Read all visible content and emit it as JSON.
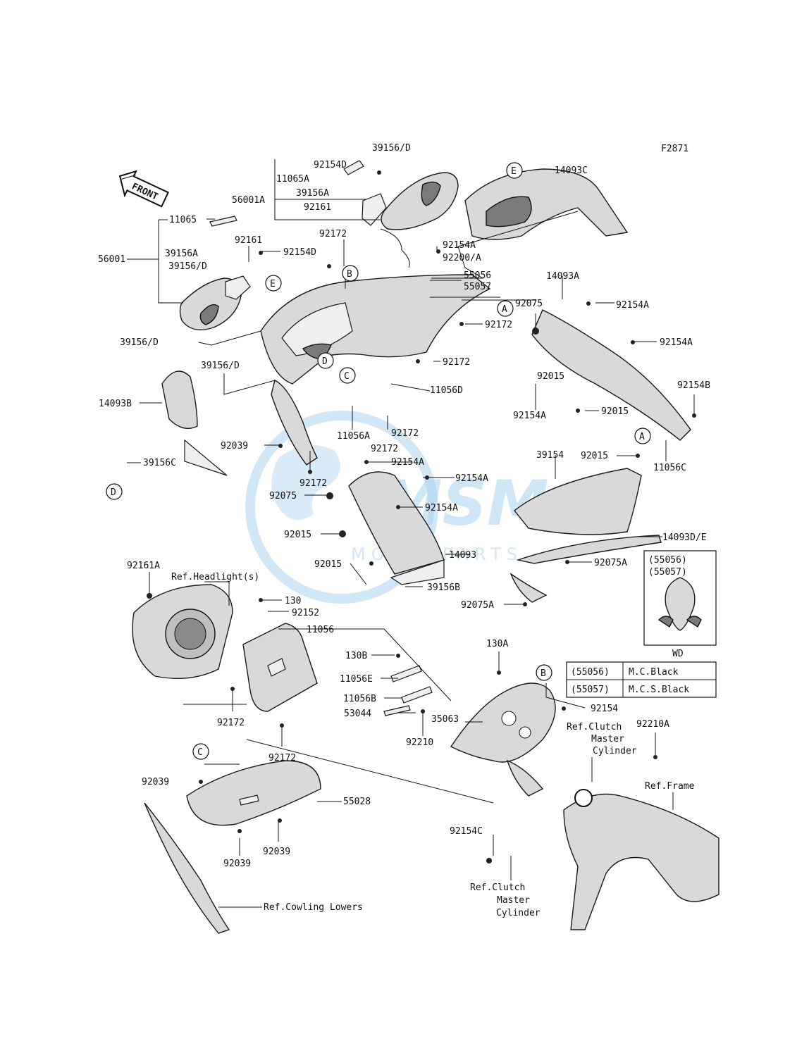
{
  "figure_code": "F2871",
  "front_arrow": "FRONT",
  "watermark": {
    "brand": "MSM",
    "sub": "MOTORPARTS"
  },
  "callouts": [
    "A",
    "B",
    "C",
    "D",
    "E"
  ],
  "parts": {
    "p39156D_top": "39156/D",
    "p92154D_top": "92154D",
    "p11065A": "11065A",
    "p39156A_top": "39156A",
    "p92161_top": "92161",
    "p56001A": "56001A",
    "p11065": "11065",
    "p92161_left": "92161",
    "p39156A_left": "39156A",
    "p92154D_left": "92154D",
    "p39156D_left": "39156/D",
    "p56001": "56001",
    "p92172_a": "92172",
    "p92154A_top": "92154A",
    "p92200A": "92200/A",
    "p55056": "55056",
    "p55057": "55057",
    "p14093C": "14093C",
    "p14093A": "14093A",
    "p92075_right": "92075",
    "p92154A_r1": "92154A",
    "p92172_b": "92172",
    "p92154A_r2": "92154A",
    "p92015_r1": "92015",
    "p92172_c": "92172",
    "p92154B": "92154B",
    "p39156D_mid": "39156/D",
    "p39156D_low": "39156/D",
    "p11056D": "11056D",
    "p92154A_r3": "92154A",
    "p92015_r2": "92015",
    "p14093B": "14093B",
    "p11056A": "11056A",
    "p92172_d": "92172",
    "p92172_e": "92172",
    "p92039_a": "92039",
    "p39156C": "39156C",
    "p92172_f": "92172",
    "p92154A_m1": "92154A",
    "p92154A_m2": "92154A",
    "p39154": "39154",
    "p92015_r3": "92015",
    "p11056C": "11056C",
    "p92075_mid": "92075",
    "p92154A_m3": "92154A",
    "p92015_m1": "92015",
    "p14093DE": "14093D/E",
    "p92015_m2": "92015",
    "p14093": "14093",
    "p92075A_1": "92075A",
    "p39156B": "39156B",
    "p92075A_2": "92075A",
    "p92161A": "92161A",
    "ref_headlight": "Ref.Headlight(s)",
    "p130": "130",
    "p92152": "92152",
    "p11056": "11056",
    "p130B": "130B",
    "p11056E": "11056E",
    "p11056B": "11056B",
    "p53044": "53044",
    "p92172_g": "92172",
    "p92172_h": "92172",
    "p92210": "92210",
    "p130A": "130A",
    "p35063": "35063",
    "p92154": "92154",
    "ref_clutch_top": [
      "Ref.Clutch",
      "Master",
      "Cylinder"
    ],
    "p92210A": "92210A",
    "ref_frame": "Ref.Frame",
    "p92039_b": "92039",
    "p55028": "55028",
    "p92039_c": "92039",
    "p92039_d": "92039",
    "p92154C": "92154C",
    "ref_clutch_bottom": [
      "Ref.Clutch",
      "Master",
      "Cylinder"
    ],
    "ref_cowling_lowers": "Ref.Cowling Lowers"
  },
  "inset": {
    "codes": [
      "(55056)",
      "(55057)"
    ],
    "label": "WD"
  },
  "color_table": [
    {
      "code": "(55056)",
      "color": "M.C.Black"
    },
    {
      "code": "(55057)",
      "color": "M.C.S.Black"
    }
  ]
}
